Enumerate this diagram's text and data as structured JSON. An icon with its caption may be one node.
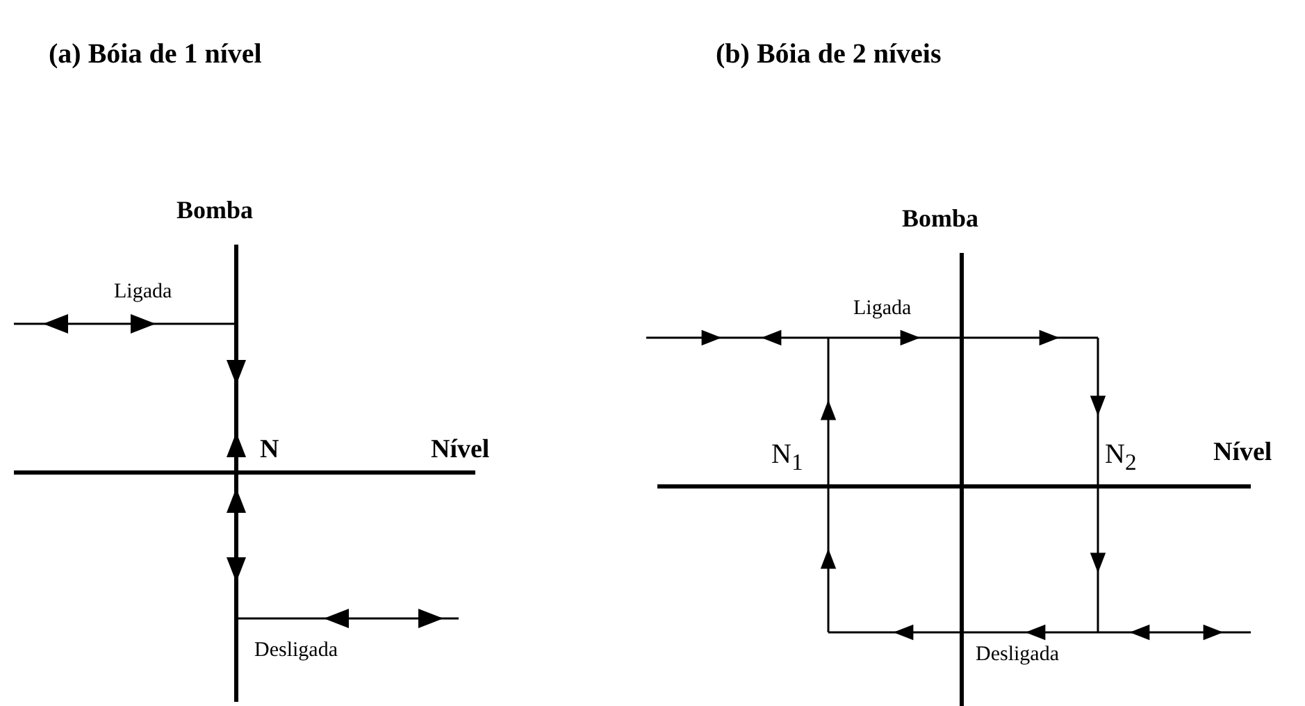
{
  "diagram": {
    "labels": [
      "(a) Bóia de 1 nível",
      "(b) Bóia de 2 níveis",
      "Bomba",
      "Ligada",
      "N",
      "Nível",
      "Desligada",
      "Bomba",
      "Ligada",
      "N$_{1}$",
      "N$_{2}$",
      "Nível",
      "Desligada"
    ]
  }
}
